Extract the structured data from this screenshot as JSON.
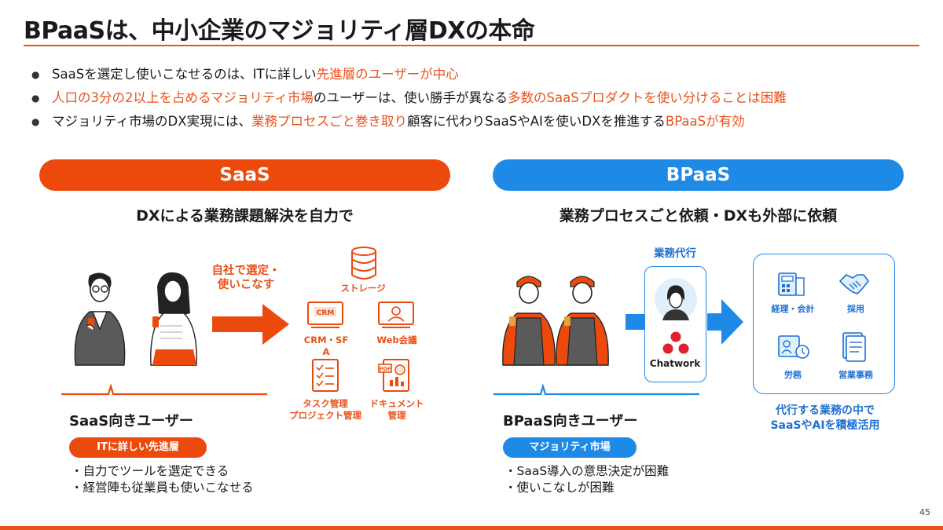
{
  "title": "BPaaSは、中小企業のマジョリティ層DXの本命",
  "bullets": [
    {
      "parts": [
        "SaaSを選定し使いこなせるのは、ITに詳しい",
        "先進層のユーザーが中心",
        ""
      ]
    },
    {
      "parts": [
        "人口の3分の2以上を占めるマジョリティ市場",
        "のユーザーは、使い勝手が異なる",
        "多数のSaaSプロダクトを使い分けることは困難"
      ]
    },
    {
      "parts": [
        "マジョリティ市場のDX実現には、",
        "業務プロセスごと巻き取り",
        "顧客に代わりSaaSやAIを使いDXを推進する",
        "BPaaSが有効"
      ]
    }
  ],
  "saas": {
    "header": "SaaS",
    "subtitle": "DXによる業務課題解決を自力で",
    "arrow_label_1": "自社で選定・",
    "arrow_label_2": "使いこなす",
    "tools": {
      "storage": "ストレージ",
      "crm_icon_text": "CRM",
      "crm_1": "CRM・SF",
      "crm_2": "A",
      "web": "Web会議",
      "task_1": "タスク管理",
      "task_2": "プロジェクト管理",
      "pdf_icon_text": "PDF",
      "doc_1": "ドキュメント",
      "doc_2": "管理"
    },
    "user_title": "SaaS向きユーザー",
    "tag": "ITに詳しい先進層",
    "desc_1": "・自力でツールを選定できる",
    "desc_2": "・経営陣も従業員も使いこなせる"
  },
  "bpaas": {
    "header": "BPaaS",
    "subtitle": "業務プロセスごと依頼・DXも外部に依頼",
    "service_label": "業務代行",
    "chatwork": "Chatwork",
    "ops": {
      "accounting": "経理・会計",
      "hiring": "採用",
      "labor": "労務",
      "sales": "営業事務"
    },
    "caption_1": "代行する業務の中で",
    "caption_2": "SaaSやAIを積極活用",
    "user_title": "BPaaS向きユーザー",
    "tag": "マジョリティ市場",
    "desc_1": "・SaaS導入の意思決定が困難",
    "desc_2": "・使いこなしが困難"
  },
  "page_number": "45",
  "colors": {
    "orange": "#ec4a0c",
    "blue": "#1f8ae6"
  }
}
